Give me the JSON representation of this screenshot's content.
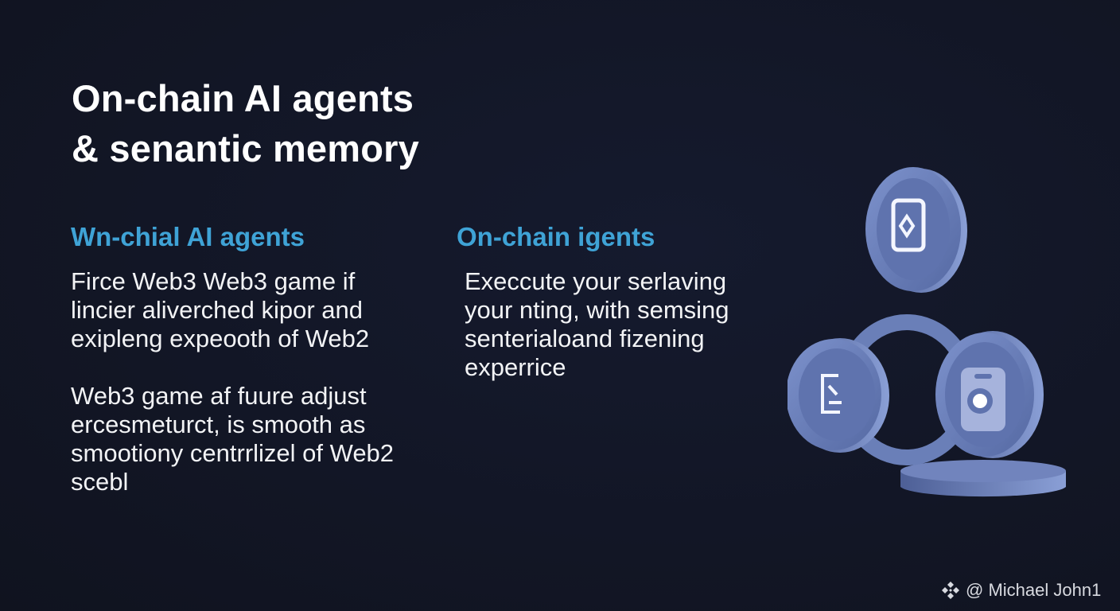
{
  "title": {
    "line1": "On-chain AI agents",
    "line2": "& senantic memory"
  },
  "columns": [
    {
      "heading": "Wn-chial AI agents",
      "paragraphs": [
        "Firce Web3 Web3 game if\nlincier aliverched kipor and\nexipleng expeooth of Web2",
        "Web3 game af fuure adjust\nercesmeturct, is smooth as\nsmootiony centrrlizel of Web2\nscebl"
      ]
    },
    {
      "heading": "On-chain igents",
      "paragraphs": [
        "Execcute your serlaving\nyour nting, with semsing\nsenterialoand fizening\nexperrice"
      ]
    }
  ],
  "illustration": {
    "icons": [
      "ethereum-card-icon",
      "document-icon",
      "device-icon"
    ],
    "coin_color": "#6a7fb8"
  },
  "watermark": {
    "text": "@ Michael John1",
    "icon": "binance-logo-icon"
  },
  "colors": {
    "background": "#11152a",
    "accent": "#3fa3d6",
    "text": "#ffffff"
  }
}
